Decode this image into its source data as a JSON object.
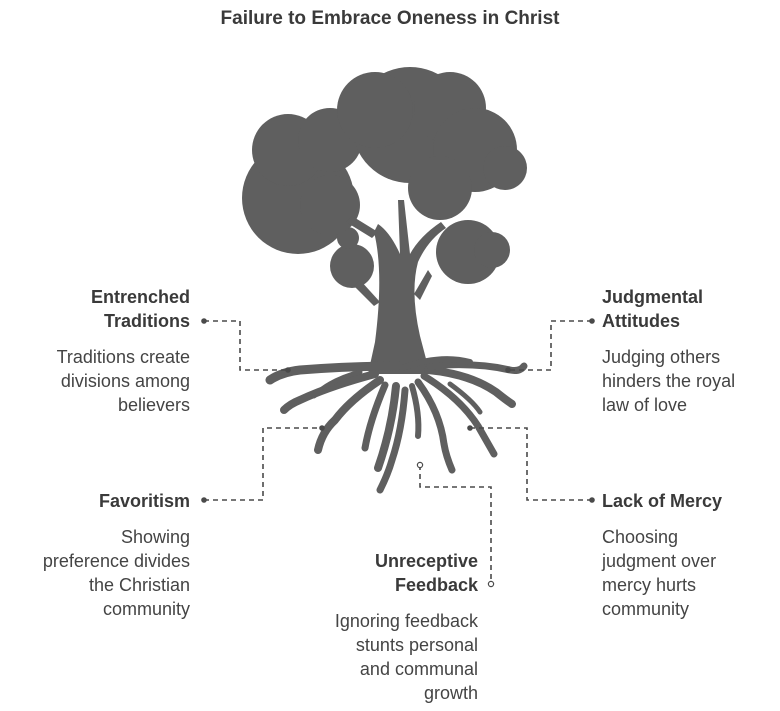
{
  "title": "Failure to Embrace Oneness in Christ",
  "colors": {
    "tree": "#5f5f5f",
    "connector": "#4a4a4a",
    "text": "#3d3d3d"
  },
  "icons": {
    "tree": "tree-icon"
  },
  "nodes": {
    "entrenched": {
      "heading_1": "Entrenched",
      "heading_2": "Traditions",
      "desc_1": "Traditions create",
      "desc_2": "divisions among",
      "desc_3": "believers"
    },
    "favoritism": {
      "heading": "Favoritism",
      "desc_1": "Showing",
      "desc_2": "preference divides",
      "desc_3": "the Christian",
      "desc_4": "community"
    },
    "unreceptive": {
      "heading_1": "Unreceptive",
      "heading_2": "Feedback",
      "desc_1": "Ignoring feedback",
      "desc_2": "stunts personal",
      "desc_3": "and communal",
      "desc_4": "growth"
    },
    "judgmental": {
      "heading_1": "Judgmental",
      "heading_2": "Attitudes",
      "desc_1": "Judging others",
      "desc_2": "hinders the royal",
      "desc_3": "law of love"
    },
    "mercy": {
      "heading": "Lack of Mercy",
      "desc_1": "Choosing",
      "desc_2": "judgment over",
      "desc_3": "mercy hurts",
      "desc_4": "community"
    }
  }
}
